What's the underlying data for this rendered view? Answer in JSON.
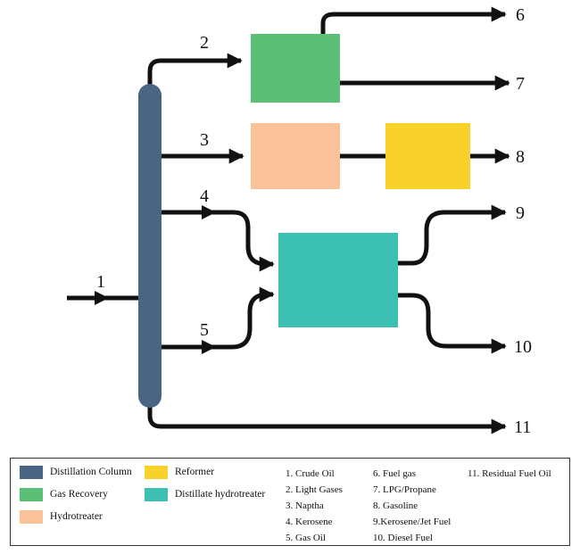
{
  "streams": {
    "s1": "1",
    "s2": "2",
    "s3": "3",
    "s4": "4",
    "s5": "5",
    "s6": "6",
    "s7": "7",
    "s8": "8",
    "s9": "9",
    "s10": "10",
    "s11": "11"
  },
  "colors": {
    "distillation_column": "#4a6483",
    "gas_recovery": "#5cbf76",
    "hydrotreater": "#f9c298",
    "reformer": "#f8d12a",
    "distillate_hydrotreater": "#3dc0b4"
  },
  "legend": {
    "units": [
      {
        "label": "Distillation Column",
        "color": "#4a6483"
      },
      {
        "label": "Gas Recovery",
        "color": "#5cbf76"
      },
      {
        "label": "Hydrotreater",
        "color": "#f9c298"
      },
      {
        "label": "Reformer",
        "color": "#f8d12a"
      },
      {
        "label": "Distillate hydrotreater",
        "color": "#3dc0b4"
      }
    ],
    "streams_col1": [
      "1. Crude Oil",
      "2. Light Gases",
      "3. Naptha",
      "4. Kerosene",
      "5. Gas Oil"
    ],
    "streams_col2": [
      "6. Fuel gas",
      "7. LPG/Propane",
      "8. Gasoline",
      "9.Kerosene/Jet Fuel",
      "10. Diesel Fuel"
    ],
    "streams_col3": [
      "11. Residual Fuel Oil"
    ]
  }
}
